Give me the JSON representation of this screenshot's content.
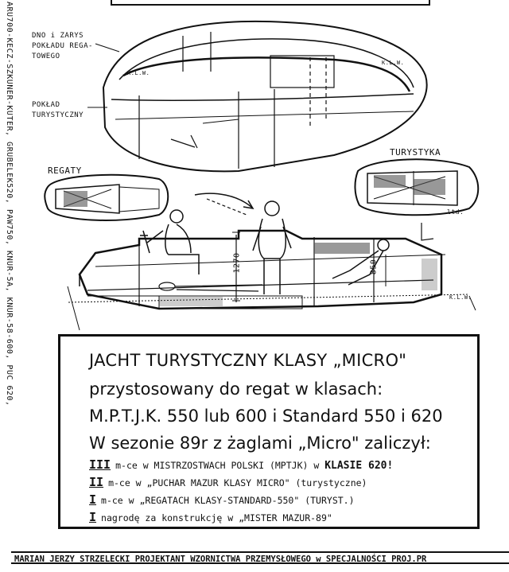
{
  "sidebar_text": "ARU700-KECZ-SZKUNER-KUTER, GRUBELEK520, PAW750, KNUR-5A, KNUR-58-600, PUC 620,",
  "labels": {
    "deck_outline": [
      "DNO i ZARYS",
      "POKŁADU REGA-",
      "TOWEGO"
    ],
    "touring_deck": [
      "POKŁAD",
      "TURYSTYCZNY"
    ],
    "klw_top": "K.L.W.",
    "klw_mid": "K.L.W.",
    "klw_bottom": "K.L.W.",
    "regaty": "REGATY",
    "turystyka": "TURYSTYKA",
    "dim_1270": "1270",
    "dim_850": "850",
    "ltd": "ltd."
  },
  "title_box": {
    "line1": "JACHT TURYSTYCZNY KLASY „MICRO\"",
    "line2": "przystosowany do regat w klasach:",
    "line3": "M.P.T.J.K. 550 lub 600 i Standard 550 i 620",
    "line4": "W sezonie 89r z żaglami „Micro\" zaliczył:",
    "awards": [
      {
        "num": "III",
        "text": "m-ce w MISTRZOSTWACH POLSKI (MPTJK) w ",
        "highlight": "KLASIE 620!"
      },
      {
        "num": "II",
        "text": "m-ce w „PUCHAR MAZUR KLASY MICRO\" (turystyczne)",
        "highlight": ""
      },
      {
        "num": "I",
        "text": "m-ce w „REGATACH KLASY-STANDARD-550\" (TURYST.)",
        "highlight": ""
      },
      {
        "num": "I",
        "text": "nagrodę za konstrukcję w „MISTER MAZUR-89\"",
        "highlight": ""
      }
    ]
  },
  "footer": "MARIAN JERZY STRZELECKI  PROJEKTANT WZORNICTWA PRZEMYSŁOWEGO w SPECJALNOŚCI PROJ.PR"
}
